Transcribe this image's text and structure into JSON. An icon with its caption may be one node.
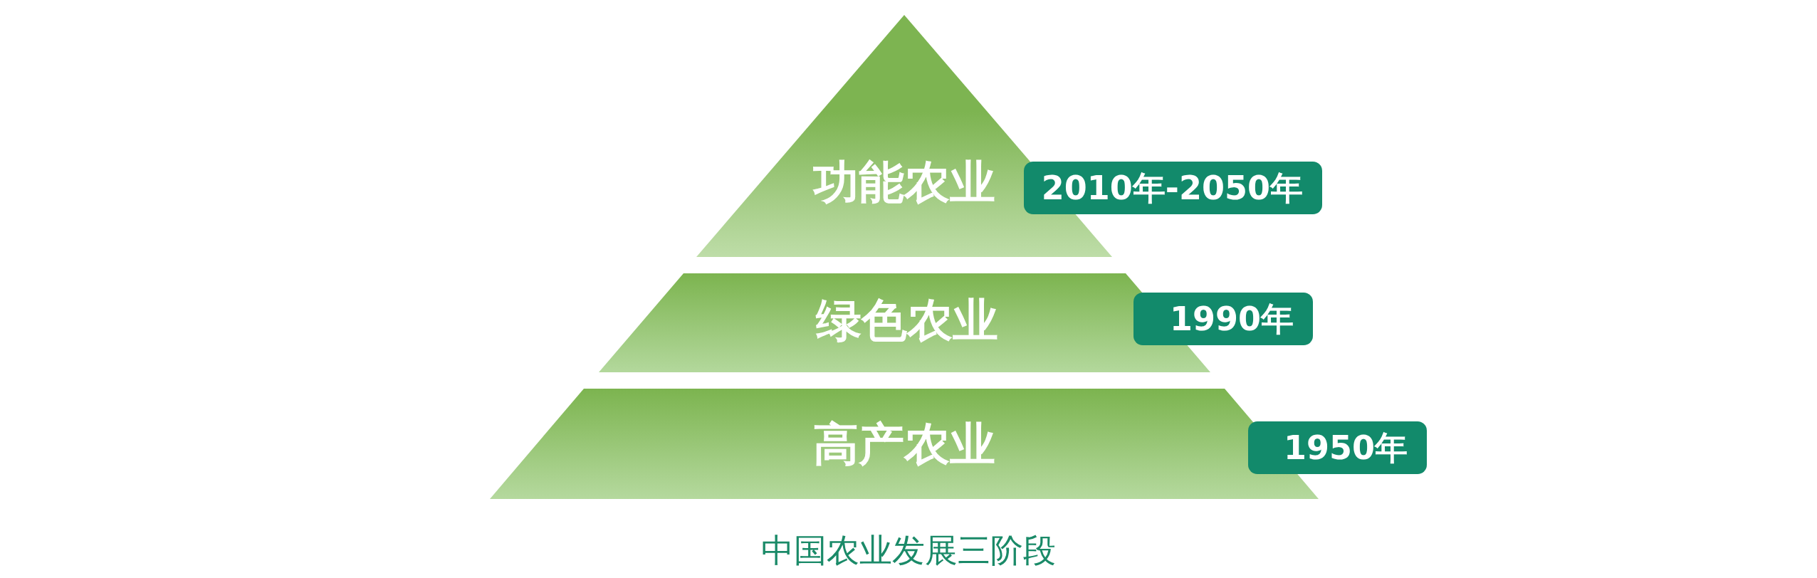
{
  "diagram": {
    "caption": "中国农业发展三阶段",
    "nodes": [
      {
        "text": [
          "功能农业"
        ]
      },
      {
        "text": [
          "2010年-2050年"
        ]
      },
      {
        "text": [
          "绿色农业"
        ]
      },
      {
        "text": [
          "1990年"
        ]
      },
      {
        "text": [
          "高产农业"
        ]
      },
      {
        "text": [
          "1950年"
        ]
      }
    ]
  }
}
